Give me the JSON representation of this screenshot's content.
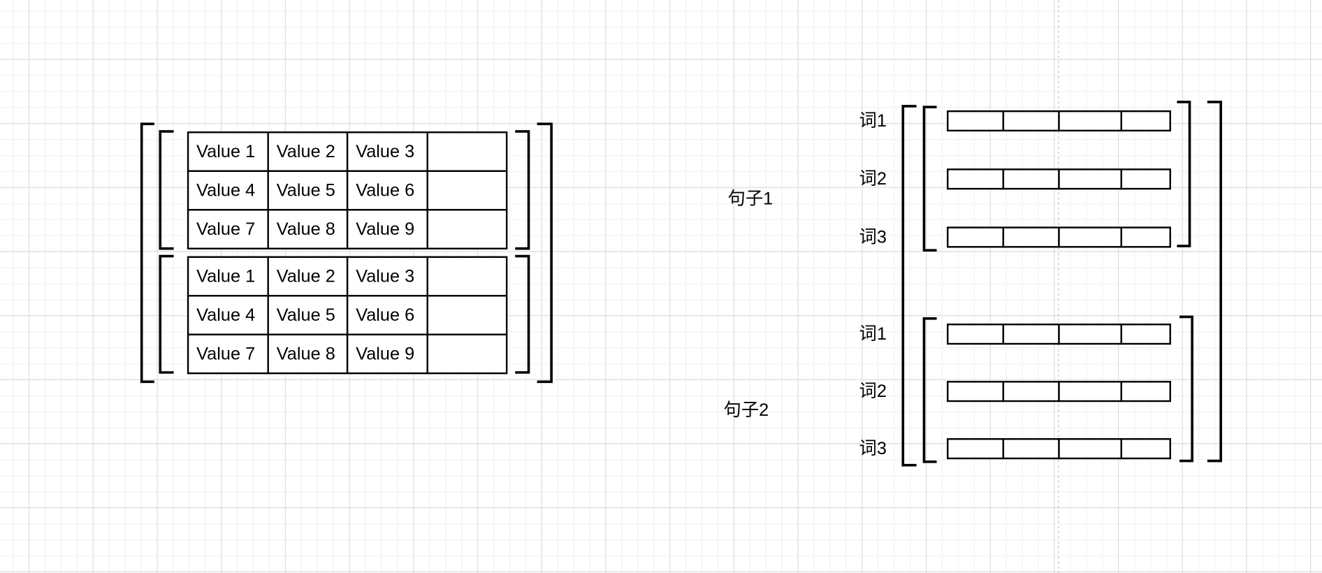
{
  "canvas": {
    "background_color": "#ffffff",
    "grid_minor_color": "#f1f1f1",
    "grid_major_color": "#dedede",
    "page_break_color": "#c4c4c4"
  },
  "style": {
    "stroke_color": "#000000",
    "text_color": "#000000",
    "fill_color": "#ffffff"
  },
  "left_matrix": {
    "tables": [
      {
        "rows": [
          [
            "Value 1",
            "Value 2",
            "Value 3",
            ""
          ],
          [
            "Value 4",
            "Value 5",
            "Value 6",
            ""
          ],
          [
            "Value 7",
            "Value 8",
            "Value 9",
            ""
          ]
        ]
      },
      {
        "rows": [
          [
            "Value 1",
            "Value 2",
            "Value 3",
            ""
          ],
          [
            "Value 4",
            "Value 5",
            "Value 6",
            ""
          ],
          [
            "Value 7",
            "Value 8",
            "Value 9",
            ""
          ]
        ]
      }
    ]
  },
  "right_matrix": {
    "sentences": [
      {
        "label": "句子1",
        "words": [
          {
            "label": "词1",
            "cells": [
              "",
              "",
              "",
              ""
            ]
          },
          {
            "label": "词2",
            "cells": [
              "",
              "",
              "",
              ""
            ]
          },
          {
            "label": "词3",
            "cells": [
              "",
              "",
              "",
              ""
            ]
          }
        ]
      },
      {
        "label": "句子2",
        "words": [
          {
            "label": "词1",
            "cells": [
              "",
              "",
              "",
              ""
            ]
          },
          {
            "label": "词2",
            "cells": [
              "",
              "",
              "",
              ""
            ]
          },
          {
            "label": "词3",
            "cells": [
              "",
              "",
              "",
              ""
            ]
          }
        ]
      }
    ]
  }
}
